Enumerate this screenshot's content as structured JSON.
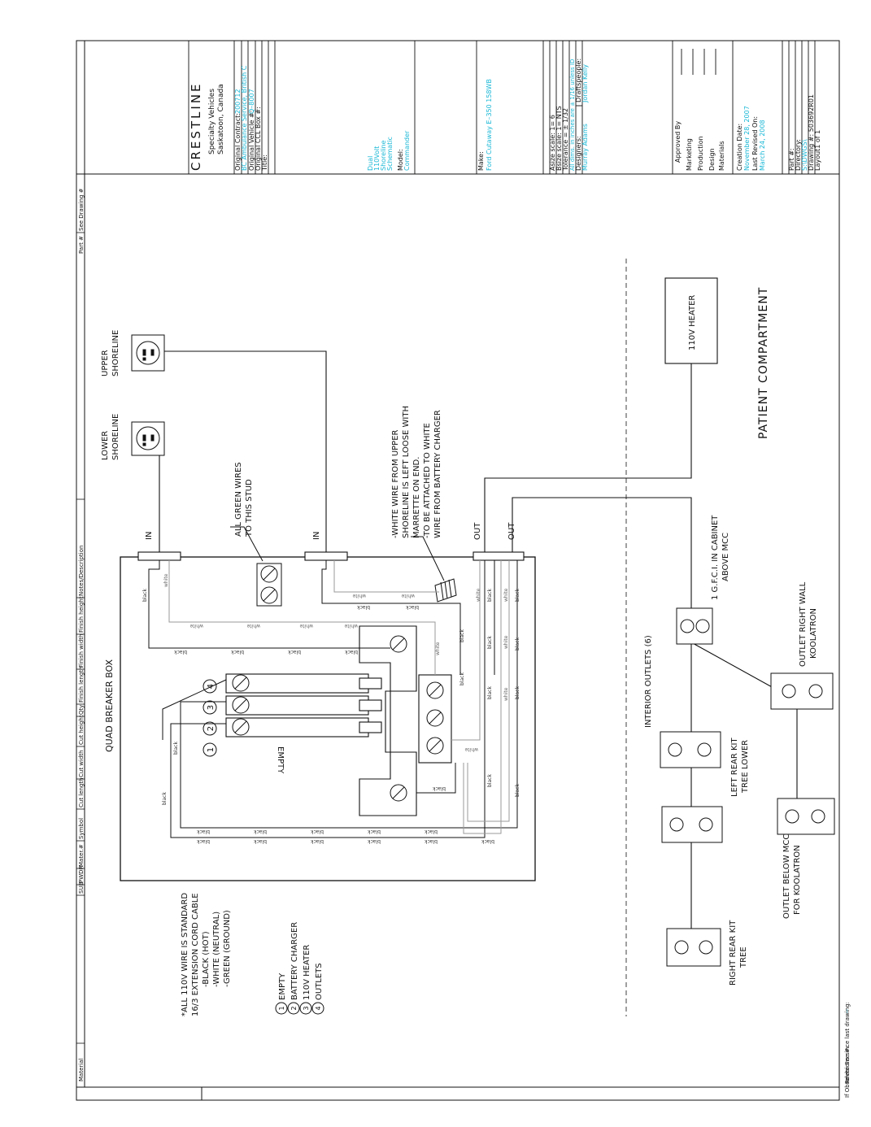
{
  "company": {
    "logo": "CRESTLINE",
    "division": "Specialty Vehicles",
    "location": "Saskatoon, Canada"
  },
  "title_block": {
    "original_contract_label": "Original Contract:",
    "original_contract_value": "200712",
    "customer_value": "BC Ambulance Service, British C",
    "original_vehicle_label": "Original Vehicle #:",
    "original_vehicle_value": "Q–8007",
    "original_ccl_box_label": "Original CCL Box #:",
    "title_label": "Title:",
    "title_lines": [
      "Dual",
      "110Volt",
      "Shoreline",
      "Schematic"
    ],
    "model_label": "Model:",
    "model_value": "Commander",
    "make_label": "Make:",
    "make_value": "Ford Cutaway E–350 158WB",
    "asize_scale": "Asize scale: 1= 6",
    "bsize_scale": "Bsize scale: 1= NTS",
    "tolerance": "Tolerance = ± 1/32",
    "all_dims": "All dims. in inches are ± 1/16 unless ID",
    "designers_label": "Designers:",
    "designers_value": "Murray Adams",
    "draftspeople_label": "Draftspeople:",
    "draftspeople_value": "Jordan Kelly",
    "approved_by": "Approved By",
    "approvals": [
      "Marketing",
      "Production",
      "Design",
      "Materials"
    ],
    "creation_date_label": "Creation Date:",
    "creation_date_value": "November 28, 2007",
    "last_revised_label": "Last Revised On:",
    "last_revised_value": "March 24, 2008",
    "part_label": "Part #:",
    "directory_label": "Directory:",
    "directory_value": "S:\\DWGS\\",
    "drawing_label": "Drawing #: 503692R01",
    "layout_label": "Layout1 of 1"
  },
  "bom_header": [
    "Material",
    "SUB",
    "PWDR",
    "Mater.#",
    "Symbol",
    "Cut length",
    "Cut width",
    "Cut height",
    "Qty",
    "Finish length",
    "Finish width",
    "Finish height",
    "Notes/Description",
    "Part #",
    "See Drawing #"
  ],
  "bottom_row": {
    "obsolete": "If Obsolete See #:",
    "revisions": "Revisions since last drawing:",
    "revisions_value": "--"
  },
  "schematic": {
    "breaker_box_label": "QUAD BREAKER BOX",
    "empty_label": "EMPTY",
    "lower_shoreline": [
      "LOWER",
      "SHORELINE"
    ],
    "upper_shoreline": [
      "UPPER",
      "SHORELINE"
    ],
    "in_label": "IN",
    "out_label": "OUT",
    "green_wires_note": [
      "ALL GREEN WIRES",
      "TO THIS STUD"
    ],
    "white_wire_note": [
      "-WHITE WIRE FROM UPPER",
      "SHORELINE IS LEFT LOOSE WITH",
      "MARRETTE ON END.",
      "-TO BE ATTACHED TO WHITE",
      "WIRE FROM BATTERY CHARGER"
    ],
    "heater_label": "110V HEATER",
    "patient_compartment": "PATIENT COMPARTMENT",
    "gfci_label": [
      "1 G.F.C.I. IN CABINET",
      "ABOVE MCC"
    ],
    "outlet_right_wall": [
      "OUTLET RIGHT WALL",
      "KOOLATRON"
    ],
    "interior_outlets": "INTERIOR OUTLETS (6)",
    "left_rear_kit": [
      "LEFT REAR KIT",
      "TREE LOWER"
    ],
    "outlet_below_mcc": [
      "OUTLET BELOW MCC",
      "FOR KOOLATRON"
    ],
    "right_rear_kit": [
      "RIGHT REAR KIT",
      "TREE"
    ],
    "wire_black": "black",
    "wire_white": "white",
    "breaker_numbers": [
      "1",
      "2",
      "3",
      "4"
    ],
    "standard_note": [
      "*ALL 110V WIRE IS STANDARD",
      "16/3 EXTENSION CORD CABLE",
      "-BLACK (HOT)",
      "-WHITE (NEUTRAL)",
      "-GREEN (GROUND)"
    ],
    "legend": [
      {
        "num": "1",
        "label": "EMPTY"
      },
      {
        "num": "2",
        "label": "BATTERY CHARGER"
      },
      {
        "num": "3",
        "label": "110V HEATER"
      },
      {
        "num": "4",
        "label": "OUTLETS"
      }
    ]
  },
  "colors": {
    "line": "#111111",
    "accent": "#19b7d6",
    "white_wire": "#9a9a9a"
  }
}
